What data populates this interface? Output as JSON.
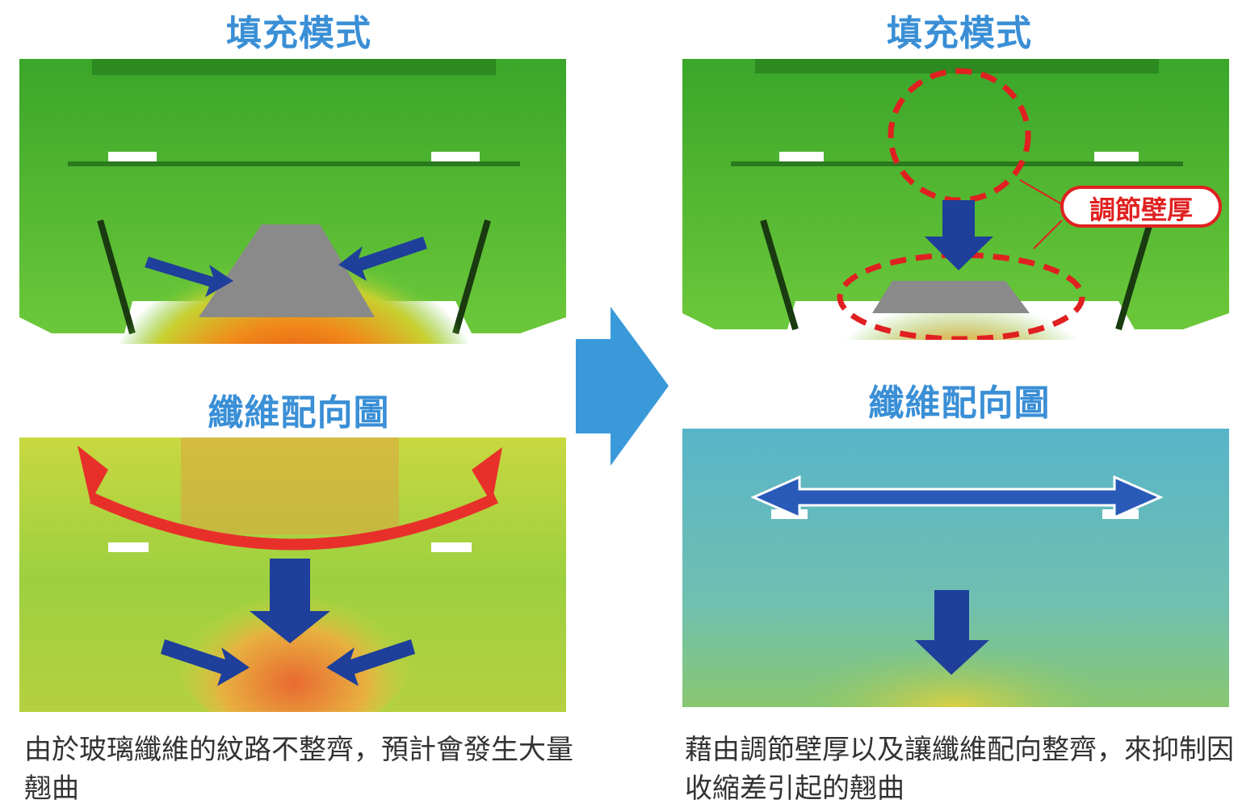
{
  "left": {
    "fill_title": "填充模式",
    "fiber_title": "纖維配向圖",
    "caption": "由於玻璃纖維的紋路不整齊，預計會發生大量翹曲"
  },
  "right": {
    "fill_title": "填充模式",
    "fiber_title": "纖維配向圖",
    "callout": "調節壁厚",
    "caption": "藉由調節壁厚以及讓纖維配向整齊，來抑制因收縮差引起的翹曲"
  },
  "colors": {
    "title_blue": "#3a8fd6",
    "arrow_blue": "#1e3f9a",
    "transition_arrow": "#3a9ad9",
    "highlight_red": "#e02020"
  }
}
